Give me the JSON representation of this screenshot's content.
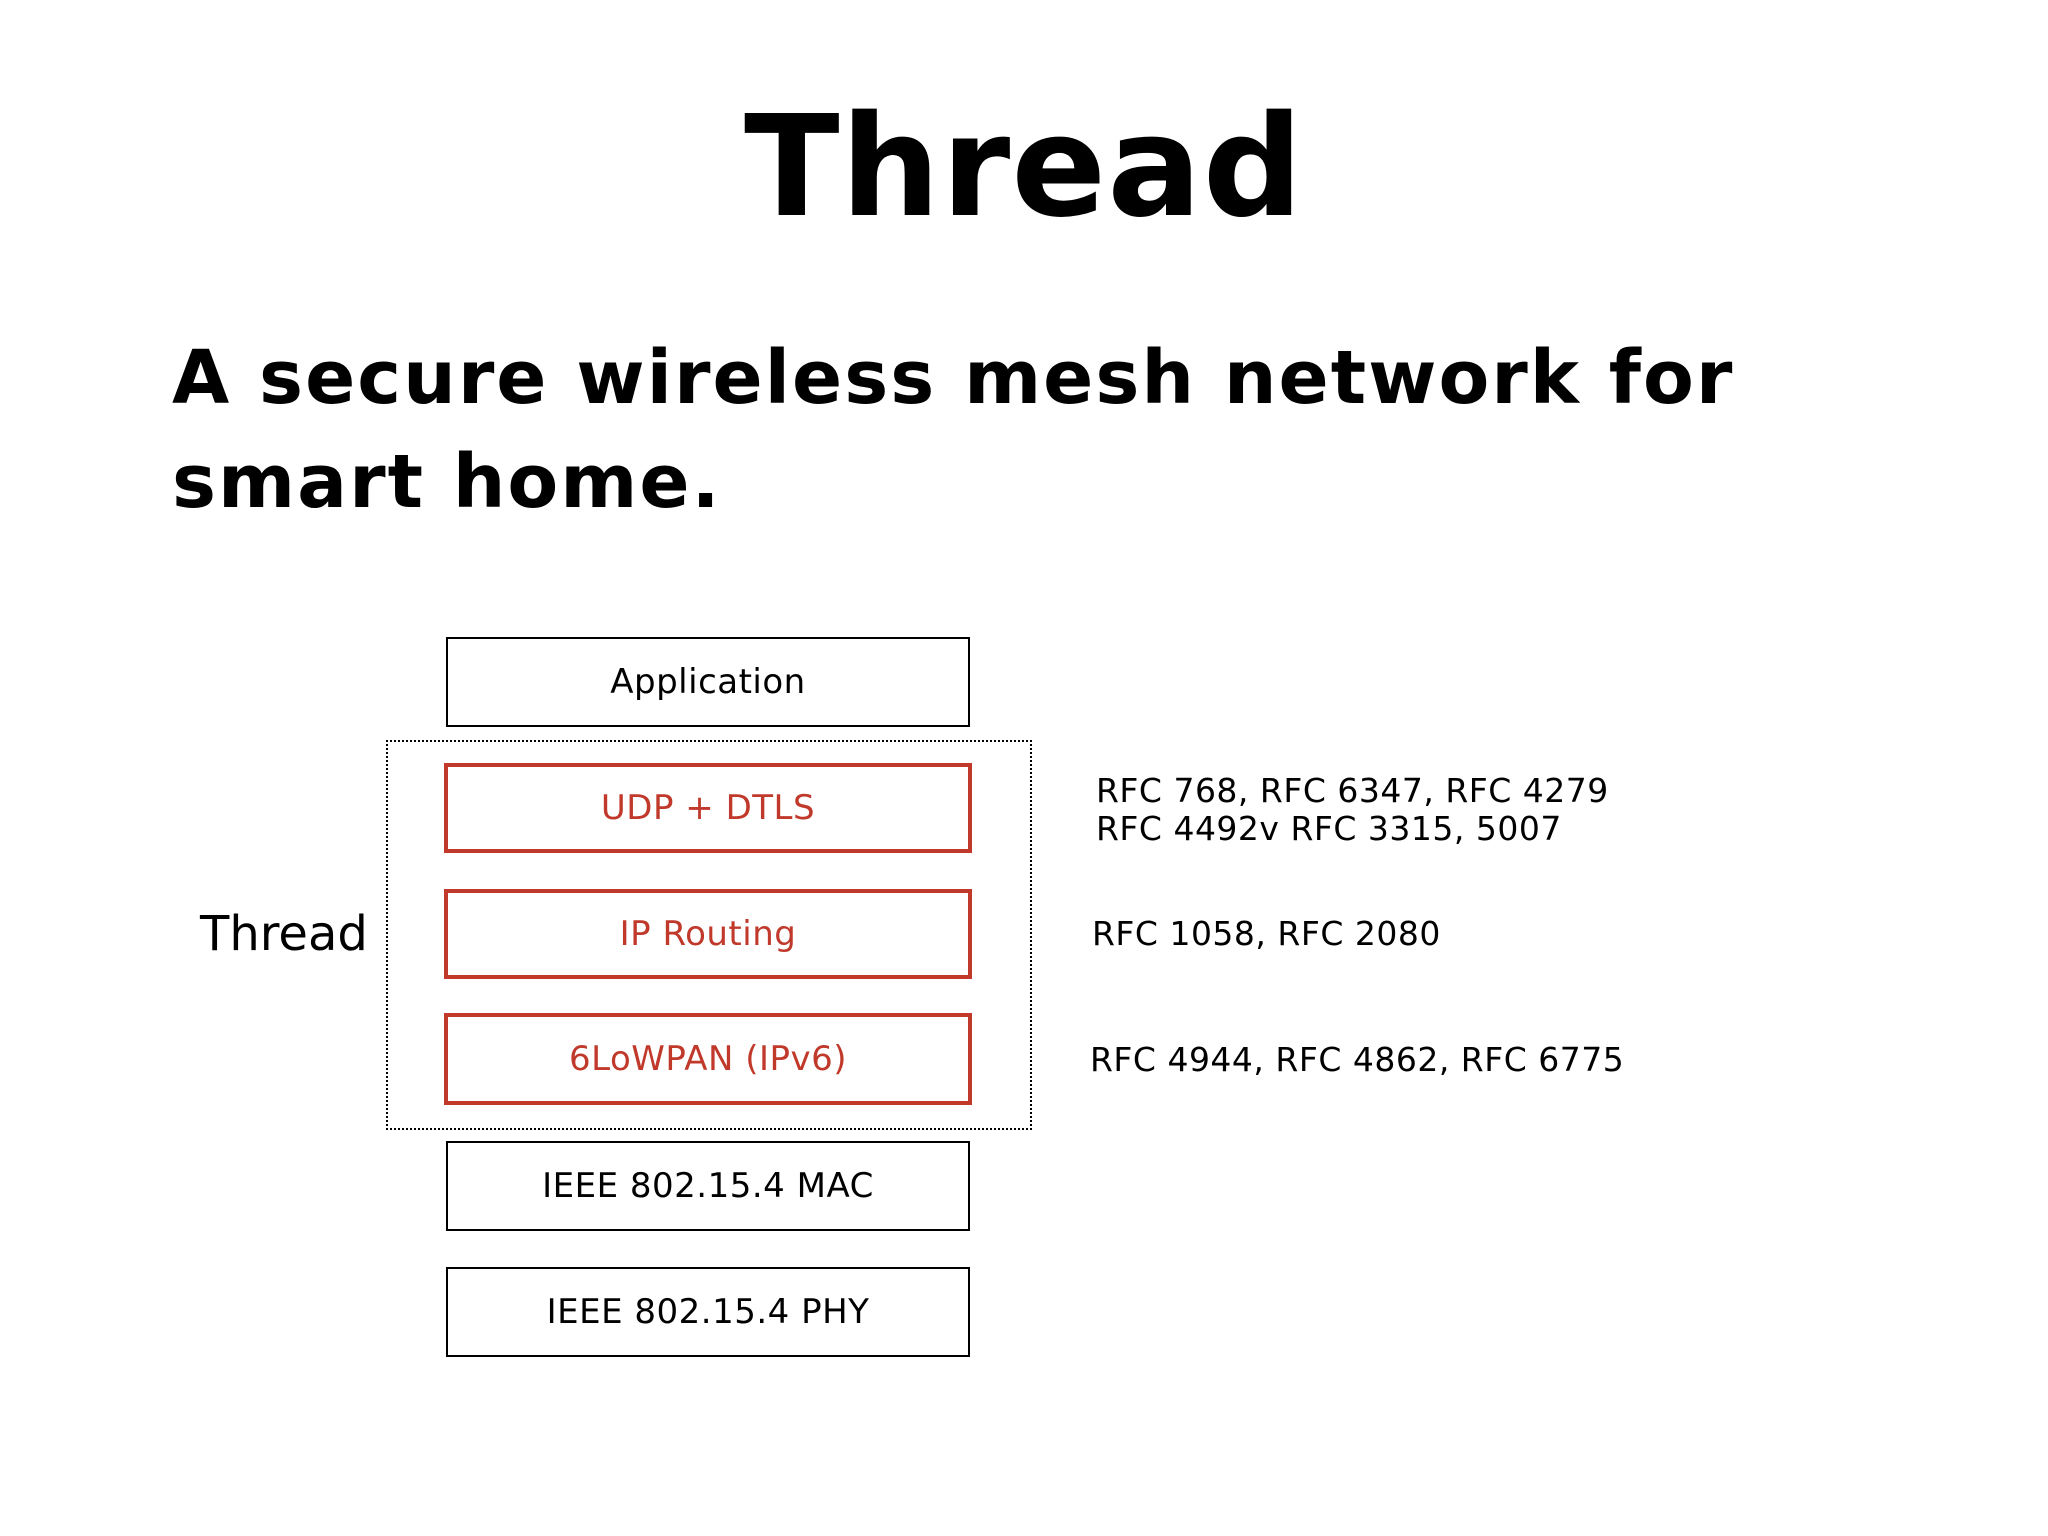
{
  "slide": {
    "title": "Thread",
    "subtitle_lines": [
      "A secure wireless mesh network for",
      "smart home."
    ]
  },
  "stack": {
    "group_label": "Thread",
    "layers": [
      {
        "label": "Application",
        "thread": false
      },
      {
        "label": "UDP + DTLS",
        "thread": true
      },
      {
        "label": "IP Routing",
        "thread": true
      },
      {
        "label": "6LoWPAN (IPv6)",
        "thread": true
      },
      {
        "label": "IEEE 802.15.4 MAC",
        "thread": false
      },
      {
        "label": "IEEE 802.15.4 PHY",
        "thread": false
      }
    ]
  },
  "rfcs": {
    "udp_dtls": [
      "RFC 768, RFC 6347, RFC 4279",
      "RFC 4492v RFC 3315, 5007"
    ],
    "ip_routing": [
      "RFC 1058, RFC 2080"
    ],
    "lowpan": [
      "RFC 4944, RFC 4862, RFC 6775"
    ]
  },
  "colors": {
    "thread_accent": "#c0392b",
    "text": "#000000",
    "background": "#ffffff"
  }
}
